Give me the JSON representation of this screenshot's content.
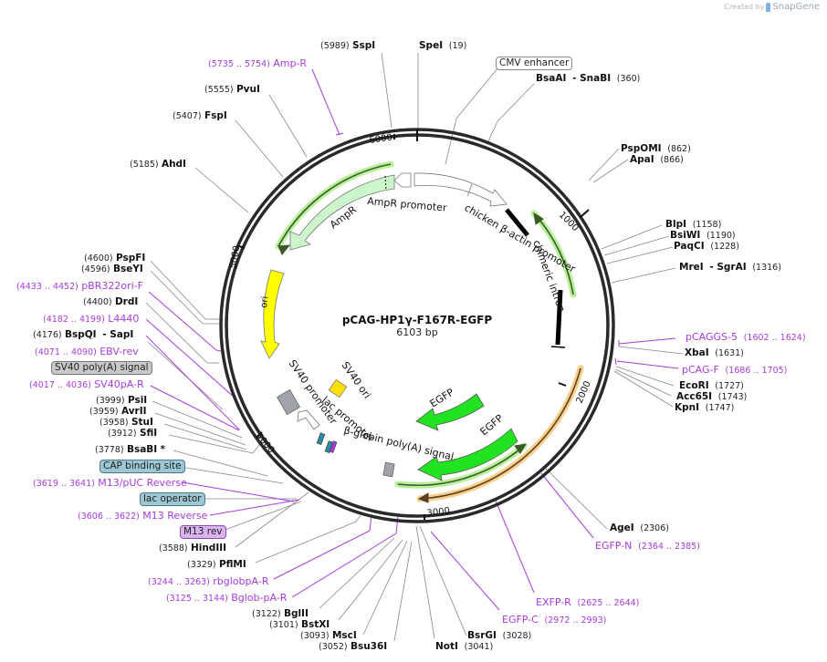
{
  "credit": {
    "prefix": "Created by",
    "brand": "SnapGene"
  },
  "plasmid": {
    "name": "pCAG-HP1γ-F167R-EGFP",
    "length": "6103 bp"
  },
  "ticks": [
    "1000",
    "2000",
    "3000",
    "4000",
    "5000",
    "6000"
  ],
  "colors": {
    "primer": "#a83be0",
    "feature_green": "#ccf5cc",
    "egfp": "#22e322",
    "ori": "#ffff00",
    "orf_green_halo": "#b8f09a",
    "orf_orange_halo": "#f8cf8a",
    "lac_operator": "#2f8aa0",
    "cap_site": "#9cc7d3",
    "m13rev": "#d9b3f0"
  },
  "features_inner": [
    {
      "label": "AmpR"
    },
    {
      "label": "AmpR promoter"
    },
    {
      "label": "chicken β-actin promoter"
    },
    {
      "label": "chimeric intron"
    },
    {
      "label": "ori"
    },
    {
      "label": "SV40 ori"
    },
    {
      "label": "SV40 promoter"
    },
    {
      "label": "lac promoter"
    },
    {
      "label": "β-globin poly(A) signal"
    },
    {
      "label": "EGFP"
    },
    {
      "label": "EGFP"
    }
  ],
  "labels": {
    "sspi": {
      "pos": "(5989)",
      "name": "SspI"
    },
    "spei": {
      "pos": "(19)",
      "name": "SpeI"
    },
    "ampr_primer": {
      "pos": "(5735 .. 5754)",
      "name": "Amp-R"
    },
    "cmv": {
      "name": "CMV enhancer"
    },
    "bsaai": {
      "pos": "(360)",
      "name": "BsaAI",
      "name2": "- SnaBI"
    },
    "pvui": {
      "pos": "(5555)",
      "name": "PvuI"
    },
    "fspi": {
      "pos": "(5407)",
      "name": "FspI"
    },
    "ahdi": {
      "pos": "(5185)",
      "name": "AhdI"
    },
    "pspomi": {
      "pos": "(862)",
      "name": "PspOMI"
    },
    "apai": {
      "pos": "(866)",
      "name": "ApaI"
    },
    "blpi": {
      "pos": "(1158)",
      "name": "BlpI"
    },
    "bsiwi": {
      "pos": "(1190)",
      "name": "BsiWI"
    },
    "paqci": {
      "pos": "(1228)",
      "name": "PaqCI"
    },
    "mrei": {
      "pos": "(1316)",
      "name": "MreI",
      "name2": "- SgrAI"
    },
    "pcaggs5": {
      "pos": "(1602 .. 1624)",
      "name": "pCAGGS-5"
    },
    "xbai": {
      "pos": "(1631)",
      "name": "XbaI"
    },
    "pcagf": {
      "pos": "(1686 .. 1705)",
      "name": "pCAG-F"
    },
    "ecori": {
      "pos": "(1727)",
      "name": "EcoRI"
    },
    "acc65i": {
      "pos": "(1743)",
      "name": "Acc65I"
    },
    "kpni": {
      "pos": "(1747)",
      "name": "KpnI"
    },
    "agei": {
      "pos": "(2306)",
      "name": "AgeI"
    },
    "egfpn": {
      "pos": "(2364 .. 2385)",
      "name": "EGFP-N"
    },
    "exfpr": {
      "pos": "(2625 .. 2644)",
      "name": "EXFP-R"
    },
    "egfpc": {
      "pos": "(2972 .. 2993)",
      "name": "EGFP-C"
    },
    "bsrgi": {
      "pos": "(3028)",
      "name": "BsrGI"
    },
    "noti": {
      "pos": "(3041)",
      "name": "NotI"
    },
    "pspfi": {
      "pos": "(4600)",
      "name": "PspFI"
    },
    "bseyi": {
      "pos": "(4596)",
      "name": "BseYI"
    },
    "pbr322": {
      "pos": "(4433 .. 4452)",
      "name": "pBR322ori-F"
    },
    "drdi": {
      "pos": "(4400)",
      "name": "DrdI"
    },
    "l4440": {
      "pos": "(4182 .. 4199)",
      "name": "L4440"
    },
    "bspqi": {
      "pos": "(4176)",
      "name": "BspQI",
      "name2": "- SapI"
    },
    "ebvrev": {
      "pos": "(4071 .. 4090)",
      "name": "EBV-rev"
    },
    "sv40pa": {
      "name": "SV40 poly(A) signal"
    },
    "sv40par": {
      "pos": "(4017 .. 4036)",
      "name": "SV40pA-R"
    },
    "psii": {
      "pos": "(3999)",
      "name": "PsiI"
    },
    "avrii": {
      "pos": "(3959)",
      "name": "AvrII"
    },
    "stui": {
      "pos": "(3958)",
      "name": "StuI"
    },
    "sfii": {
      "pos": "(3912)",
      "name": "SfiI"
    },
    "bsabi": {
      "pos": "(3778)",
      "name": "BsaBI",
      "star": "*"
    },
    "cap": {
      "name": "CAP binding site"
    },
    "m13puc": {
      "pos": "(3619 .. 3641)",
      "name": "M13/pUC Reverse"
    },
    "lacop": {
      "name": "lac operator"
    },
    "m13reverse": {
      "pos": "(3606 .. 3622)",
      "name": "M13 Reverse"
    },
    "m13rev": {
      "name": "M13 rev"
    },
    "hindiii": {
      "pos": "(3588)",
      "name": "HindIII"
    },
    "pflmi": {
      "pos": "(3329)",
      "name": "PflMI"
    },
    "rbglob": {
      "pos": "(3244 .. 3263)",
      "name": "rbglobpA-R"
    },
    "bglob": {
      "pos": "(3125 .. 3144)",
      "name": "Bglob-pA-R"
    },
    "bglii": {
      "pos": "(3122)",
      "name": "BglII"
    },
    "bstxi": {
      "pos": "(3101)",
      "name": "BstXI"
    },
    "msci": {
      "pos": "(3093)",
      "name": "MscI"
    },
    "bsu36i": {
      "pos": "(3052)",
      "name": "Bsu36I"
    }
  }
}
